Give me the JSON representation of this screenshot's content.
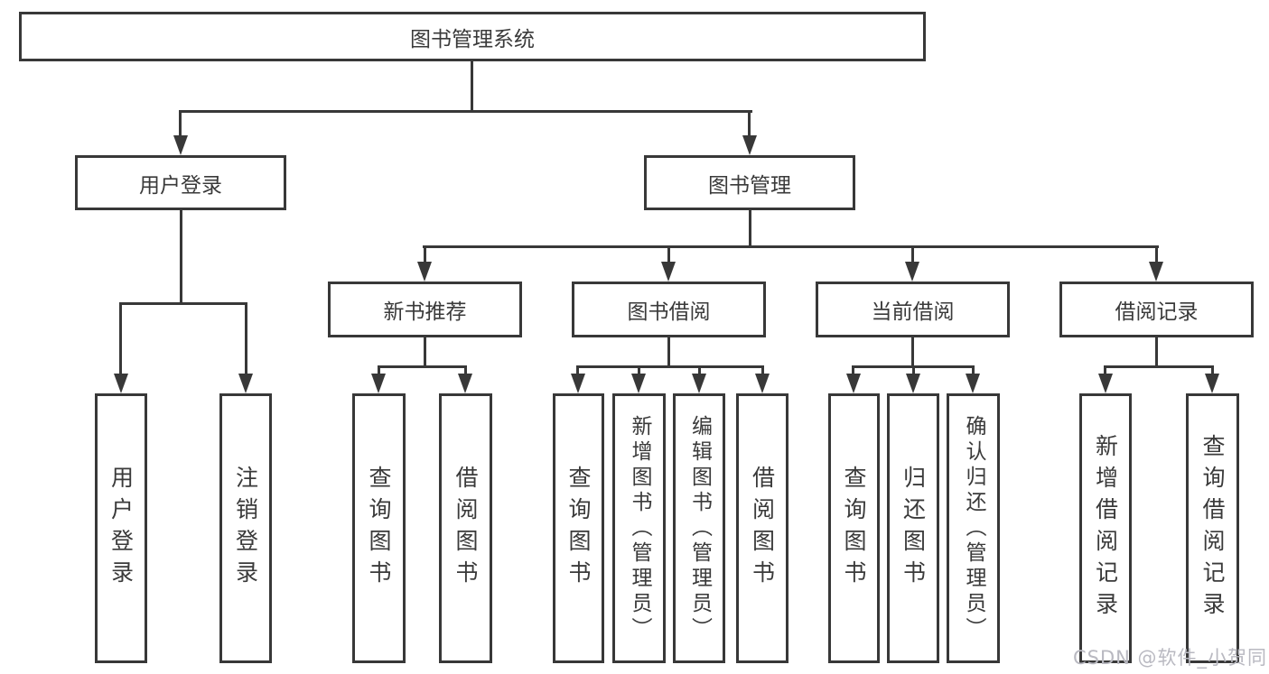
{
  "diagram": {
    "title": "图书管理系统",
    "root": {
      "label": "图书管理系统"
    },
    "level2": [
      {
        "label": "用户登录"
      },
      {
        "label": "图书管理"
      }
    ],
    "level3": [
      {
        "label": "新书推荐"
      },
      {
        "label": "图书借阅"
      },
      {
        "label": "当前借阅"
      },
      {
        "label": "借阅记录"
      }
    ],
    "leaves": [
      {
        "label": "用户登录"
      },
      {
        "label": "注销登录"
      },
      {
        "label": "查询图书"
      },
      {
        "label": "借阅图书"
      },
      {
        "label": "查询图书"
      },
      {
        "label": "新增图书（管理员）"
      },
      {
        "label": "编辑图书（管理员）"
      },
      {
        "label": "借阅图书"
      },
      {
        "label": "查询图书"
      },
      {
        "label": "归还图书"
      },
      {
        "label": "确认归还（管理员）"
      },
      {
        "label": "新增借阅记录"
      },
      {
        "label": "查询借阅记录"
      }
    ]
  },
  "watermark": {
    "text": "CSDN @软件_小贺同学"
  },
  "colors": {
    "line": "#383838",
    "text": "#3a3a3a",
    "background": "#ffffff",
    "watermark": "#b9b9c1"
  }
}
